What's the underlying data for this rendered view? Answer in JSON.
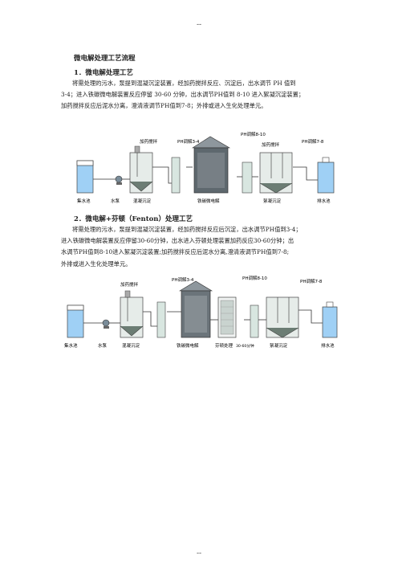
{
  "page": {
    "top_mark": "--",
    "bottom_mark": "--"
  },
  "doc_title": "微电解处理工艺流程",
  "section1": {
    "heading": "1．微电解处理工艺",
    "lines": [
      "将需处理的污水，泵提到混凝沉淀装置，经加药搅拌反应、沉淀后，出水调节 PH 值到",
      "3-4；进入铁碳微电解装置反应停留 30-60 分钟，出水调节PH值到 8-10 进入絮凝沉淀装置；",
      "加药搅拌反应后泥水分离，澄清液调节PH值到7-8；外排或进入生化处理单元。"
    ]
  },
  "figure1": {
    "top_labels": {
      "dose1": "加药搅拌",
      "ph34": "PH调解3-4",
      "ph810": "PH调解8-10",
      "dose2": "加药搅拌",
      "ph78": "PH调解7-8"
    },
    "bottom_labels": [
      "集水池",
      "水泵",
      "混凝沉淀",
      "铁碳微电解",
      "絮凝沉淀",
      "排水池"
    ]
  },
  "section2": {
    "heading": "2．微电解+芬顿（Fenton）处理工艺",
    "lines": [
      "将需处理的污水，泵提到混凝沉淀装置，经加药搅拌反应后沉淀，出水调节PH值到3-4；",
      "进入铁碳微电解装置反应停留30-60分钟，出水进入芬顿处理装置加药反应30-60分钟；出",
      "水调节PH值到8-10进入絮凝沉淀装置;加药搅拌反应后泥水分离,澄清液调节PH值到7-8;",
      "外排或进入生化处理单元。"
    ]
  },
  "figure2": {
    "top_labels": {
      "dose1": "加药搅拌",
      "ph34": "PH调解3-4",
      "ph810": "PH调解8-10",
      "ph78": "PH调解7-8"
    },
    "bottom_labels": [
      "集水池",
      "水泵",
      "混凝沉淀",
      "铁碳微电解",
      "芬顿处理",
      "30-60分钟",
      "絮凝沉淀",
      "排水池"
    ]
  }
}
